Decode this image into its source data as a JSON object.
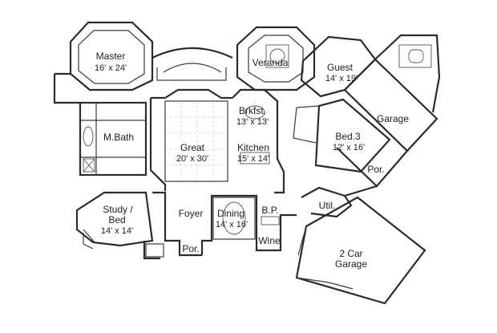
{
  "image_title": "",
  "rooms": [
    {
      "key": "master",
      "name": "Master",
      "dims": "16' x 24'"
    },
    {
      "key": "veranda",
      "name": "Veranda",
      "dims": ""
    },
    {
      "key": "guest",
      "name": "Guest",
      "dims": "14' x 19'"
    },
    {
      "key": "garage1",
      "name": "Garage",
      "dims": ""
    },
    {
      "key": "brkfst",
      "name": "Brkfst.",
      "dims": "13' x 13'"
    },
    {
      "key": "mbath",
      "name": "M.Bath",
      "dims": ""
    },
    {
      "key": "great",
      "name": "Great",
      "dims": "20' x 30'"
    },
    {
      "key": "kitchen",
      "name": "Kitchen",
      "dims": "15' x 14'"
    },
    {
      "key": "bed3",
      "name": "Bed.3",
      "dims": "12' x 16'"
    },
    {
      "key": "por1",
      "name": "Por.",
      "dims": ""
    },
    {
      "key": "study",
      "name": "Study /",
      "name2": "Bed",
      "dims": "14' x 14'"
    },
    {
      "key": "foyer",
      "name": "Foyer",
      "dims": ""
    },
    {
      "key": "dining",
      "name": "Dining",
      "dims": "14' x 16'"
    },
    {
      "key": "bp",
      "name": "B.P.",
      "dims": ""
    },
    {
      "key": "util",
      "name": "Util.",
      "dims": ""
    },
    {
      "key": "wine",
      "name": "Wine",
      "dims": ""
    },
    {
      "key": "garage2",
      "name": "2 Car",
      "name2": "Garage",
      "dims": ""
    },
    {
      "key": "por2",
      "name": "Por.",
      "dims": ""
    }
  ]
}
